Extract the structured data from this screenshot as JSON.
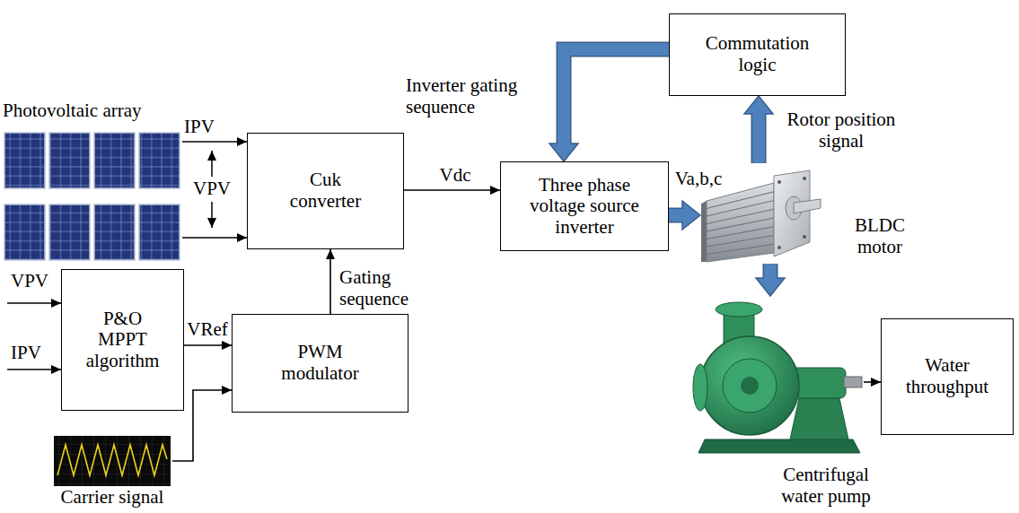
{
  "diagram": {
    "nodes": [
      {
        "text": [
          "Commutation logic"
        ]
      },
      {
        "text": [
          "Photovoltaic array"
        ]
      },
      {
        "text": [
          "Cuk converter"
        ]
      },
      {
        "text": [
          "Three phase voltage source inverter"
        ]
      },
      {
        "text": [
          "BLDC motor"
        ]
      },
      {
        "text": [
          "P&O MPPT algorithm"
        ]
      },
      {
        "text": [
          "PWM modulator"
        ]
      },
      {
        "text": [
          "Centrifugal water pump"
        ]
      },
      {
        "text": [
          "Water throughput"
        ]
      },
      {
        "text": [
          "Carrier signal"
        ]
      }
    ],
    "edges": [
      {
        "from": 1,
        "to": 2,
        "label": "IPV",
        "arrow": "to"
      },
      {
        "from": 1,
        "to": 2,
        "arrow": "to"
      },
      {
        "from": 2,
        "to": 3,
        "label": "Vdc",
        "arrow": "to"
      },
      {
        "from": 0,
        "to": 3,
        "label": "Inverter gating sequence",
        "arrow": "to"
      },
      {
        "from": 3,
        "to": 4,
        "label": "Va,b,c",
        "arrow": "to"
      },
      {
        "from": 4,
        "to": 0,
        "label": "Rotor position signal",
        "arrow": "to"
      },
      {
        "from": 4,
        "to": 7,
        "arrow": "to"
      },
      {
        "from": 5,
        "to": 6,
        "label": "VRef",
        "arrow": "to"
      },
      {
        "from": 6,
        "to": 2,
        "label": "Gating sequence",
        "arrow": "to"
      },
      {
        "from": 9,
        "to": 6,
        "arrow": "to"
      },
      {
        "from": 7,
        "to": 8,
        "arrow": "to"
      }
    ],
    "labels": [
      "VPV",
      "VPV",
      "IPV"
    ]
  }
}
